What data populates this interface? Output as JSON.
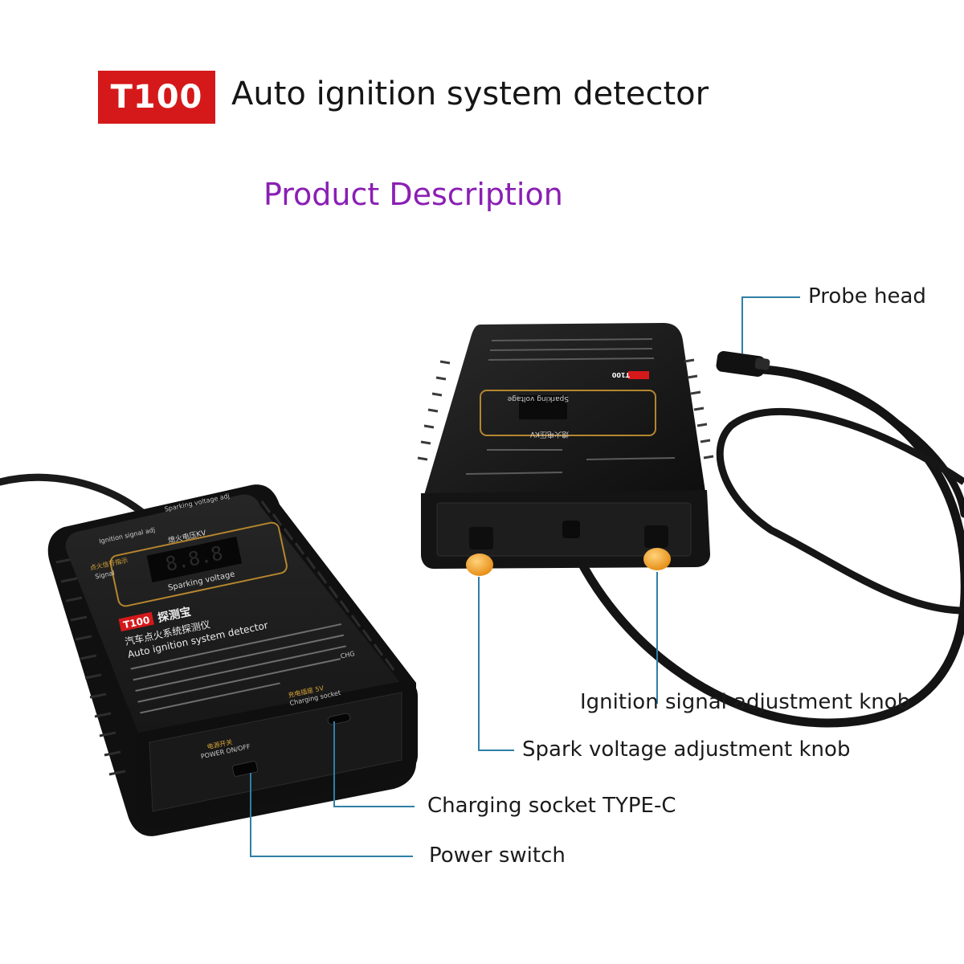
{
  "header": {
    "badge": "T100",
    "title": "Auto ignition system detector",
    "subtitle": "Product Description"
  },
  "callouts": {
    "probe_head": "Probe head",
    "ignition_knob": "Ignition signal adjustment knob",
    "spark_knob": "Spark voltage adjustment knob",
    "charging_socket": "Charging socket  TYPE-C",
    "power_switch": "Power switch"
  },
  "device_front": {
    "brand_badge": "T100",
    "brand_name": "探测宝",
    "display_caption": "熄火电压KV",
    "display_label": "Sparking voltage",
    "display_digits": "8.8.8",
    "product_name_cn": "汽车点火系统探测仪",
    "product_name_en": "Auto ignition system detector",
    "signal_label_cn": "点火信号指示",
    "signal_label_en": "Signal",
    "spark_adj_label": "Sparking voltage adj",
    "ignition_adj_label": "Ignition signal adj",
    "chg_label": "CHG",
    "charging_label_cn": "充电插座 5V",
    "charging_label_en": "Charging socket",
    "power_label_cn": "电源开关",
    "power_label_en": "POWER ON/OFF"
  },
  "device_back": {
    "brand_badge": "T100",
    "display_label": "Sparking voltage",
    "display_caption": "熄火电压KV"
  },
  "colors": {
    "badge_red": "#d5191b",
    "subtitle_purple": "#8a1fb4",
    "leader_blue": "#2f7fa6",
    "knob_orange": "#f5a623",
    "device_body": "#1b1b1b"
  }
}
